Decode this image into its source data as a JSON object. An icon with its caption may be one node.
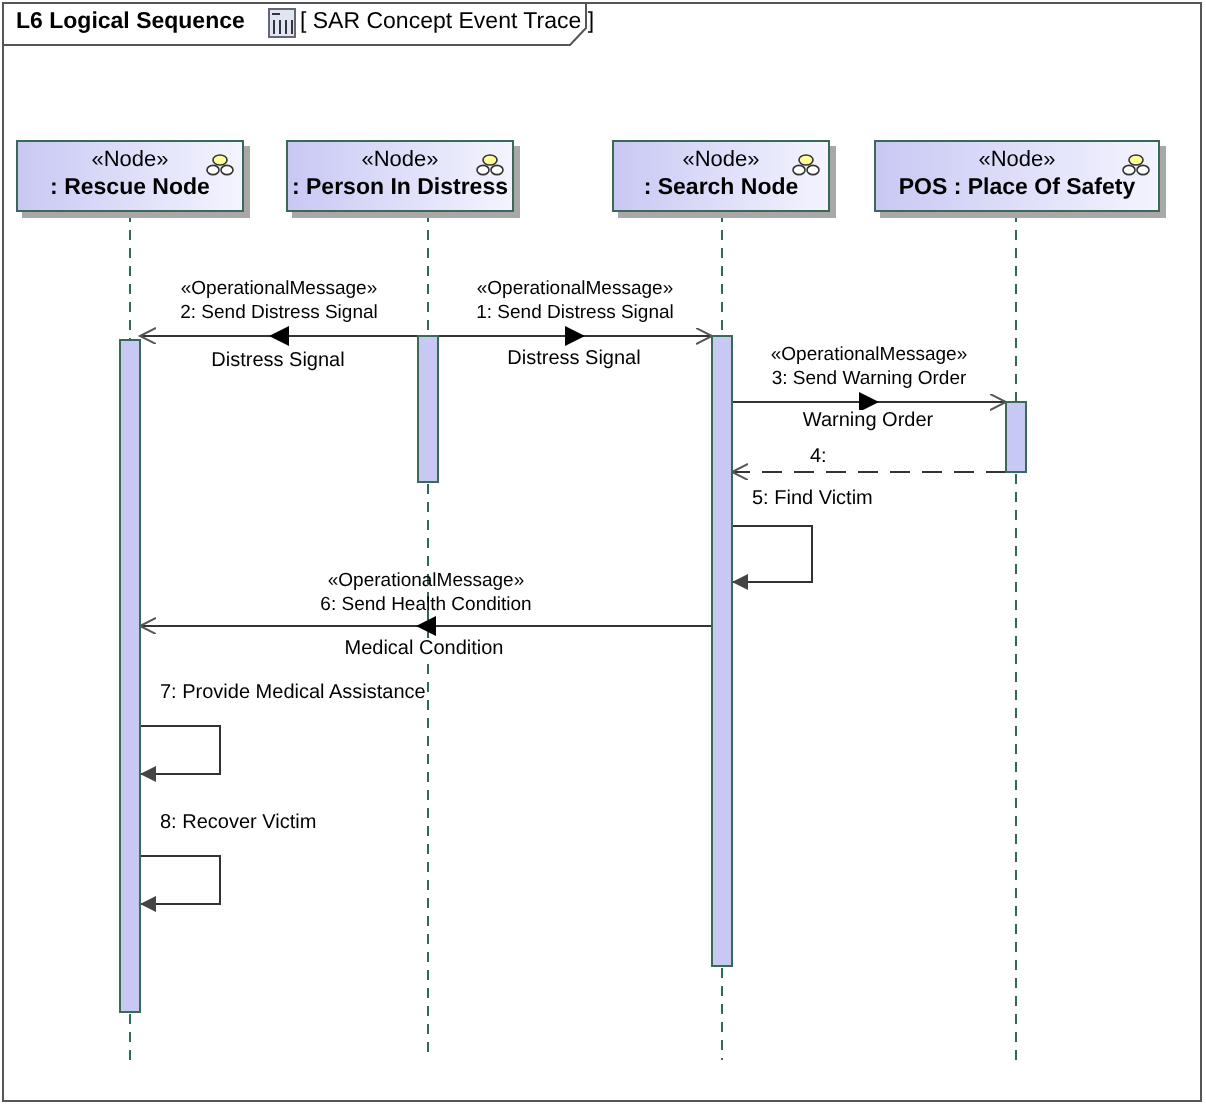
{
  "diagram": {
    "title": "L6 Logical Sequence",
    "nodes": [
      {
        "text": [
          "«Node»",
          ": Rescue Node"
        ]
      },
      {
        "text": [
          "«Node»",
          ": Person In Distress"
        ]
      },
      {
        "text": [
          "«Node»",
          ": Search Node"
        ]
      },
      {
        "text": [
          "«Node»",
          "POS : Place Of Safety"
        ]
      }
    ],
    "edges": [
      {
        "from": 1,
        "to": 2,
        "arrow": "to",
        "label": "«OperationalMessage» 1: Send Distress Signal"
      },
      {
        "from": 1,
        "to": 0,
        "arrow": "to",
        "label": "«OperationalMessage» 2: Send Distress Signal"
      },
      {
        "from": 2,
        "to": 3,
        "arrow": "to",
        "label": "«OperationalMessage» 3: Send Warning Order"
      },
      {
        "from": 3,
        "to": 2,
        "arrow": "to",
        "label": "4:",
        "style": "dashed"
      },
      {
        "from": 2,
        "to": 2,
        "arrow": "to",
        "label": "5: Find Victim"
      },
      {
        "from": 2,
        "to": 0,
        "arrow": "to",
        "label": "«OperationalMessage» 6: Send Health Condition"
      },
      {
        "from": 0,
        "to": 0,
        "arrow": "to",
        "label": "7: Provide Medical Assistance"
      },
      {
        "from": 0,
        "to": 0,
        "arrow": "to",
        "label": "8: Recover Victim"
      }
    ],
    "labels": [
      "[ SAR Concept Event Trace ]",
      "Distress Signal",
      "Distress Signal",
      "Warning Order",
      "Medical Condition"
    ]
  }
}
